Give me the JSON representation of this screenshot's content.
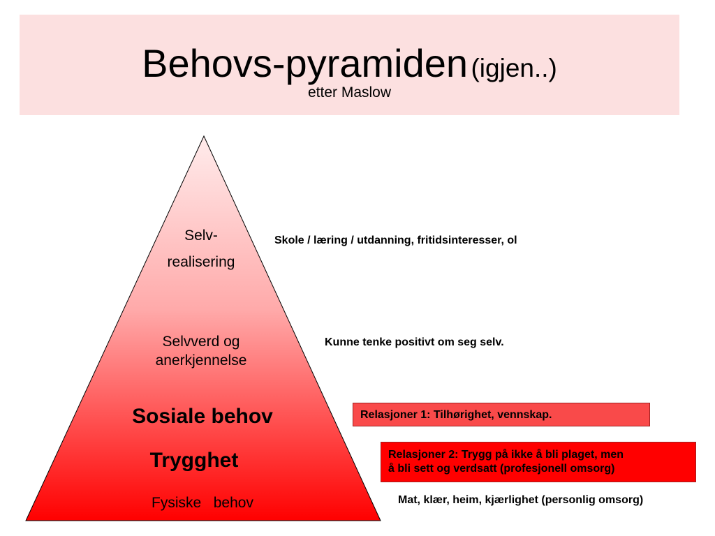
{
  "header": {
    "title": "Behovs-pyramiden",
    "title_suffix": "(igjen..)",
    "subtitle": "etter Maslow"
  },
  "pyramid": {
    "levels": [
      {
        "line1": "Selv-",
        "line2": "realisering"
      },
      {
        "line1": "Selvverd og",
        "line2": "anerkjennelse"
      },
      {
        "label": "Sosiale behov"
      },
      {
        "label": "Trygghet"
      },
      {
        "label": "Fysiske   behov"
      }
    ]
  },
  "notes": {
    "self_actualization": "Skole / læring / utdanning, fritidsinteresser, ol",
    "esteem": "Kunne tenke positivt om seg selv.",
    "social": "Relasjoner 1:  Tilhørighet, vennskap.",
    "safety_line1": "Relasjoner 2:  Trygg på ikke å bli plaget, men",
    "safety_line2": "å bli sett og verdsatt (profesjonell omsorg)",
    "physical": "Mat, klær, heim, kjærlighet (personlig omsorg)"
  },
  "colors": {
    "title_band": "#fce0e0",
    "pyramid_top": "#ffecec",
    "pyramid_bottom": "#ff0000",
    "box_social": "#f94a4a",
    "box_safety": "#ff0000"
  }
}
